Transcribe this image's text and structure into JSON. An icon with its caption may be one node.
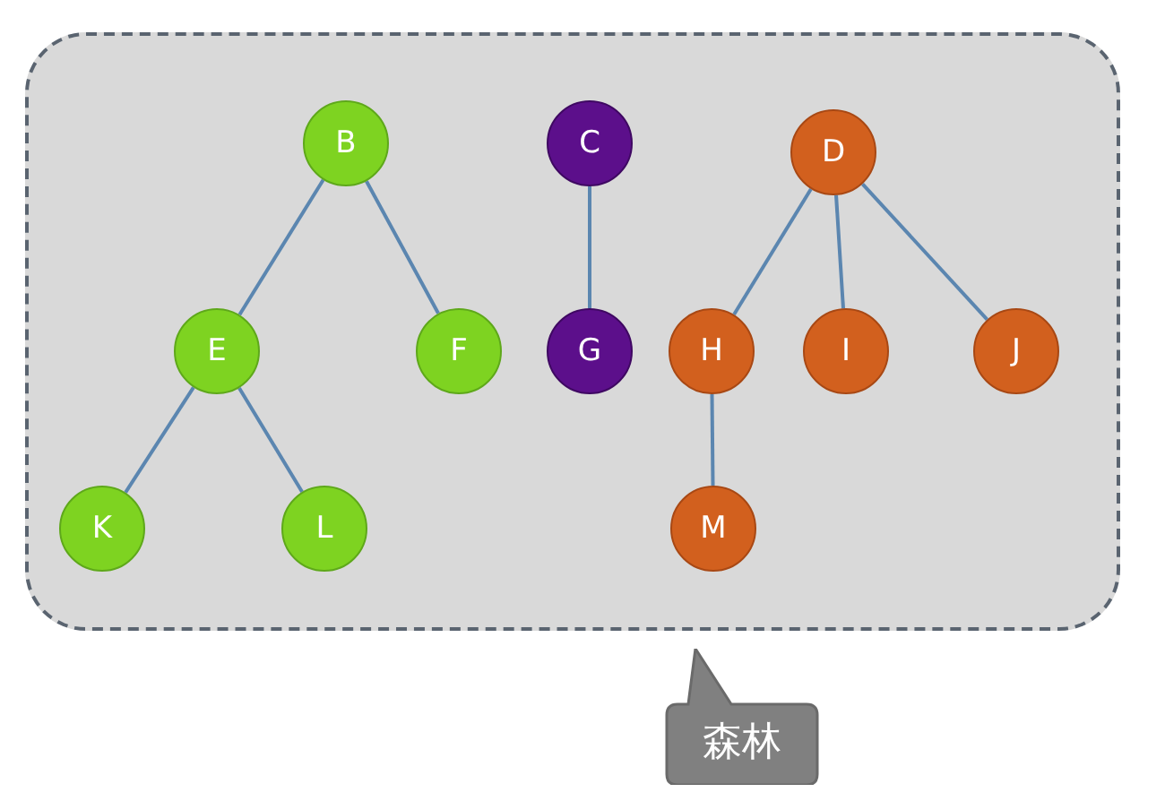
{
  "diagram": {
    "nodes": [
      {
        "text": [],
        "shape": "box"
      },
      {
        "text": [
          "B"
        ],
        "in": 0
      },
      {
        "text": [
          "C"
        ],
        "in": 0
      },
      {
        "text": [
          "D"
        ],
        "in": 0
      },
      {
        "text": [
          "E"
        ],
        "in": 0
      },
      {
        "text": [
          "F"
        ],
        "in": 0
      },
      {
        "text": [
          "G"
        ],
        "in": 0
      },
      {
        "text": [
          "H"
        ],
        "in": 0
      },
      {
        "text": [
          "I"
        ],
        "in": 0
      },
      {
        "text": [
          "J"
        ],
        "in": 0
      },
      {
        "text": [
          "K"
        ],
        "in": 0
      },
      {
        "text": [
          "L"
        ],
        "in": 0
      },
      {
        "text": [
          "M"
        ],
        "in": 0
      },
      {
        "text": [
          "森林"
        ]
      }
    ],
    "edges": [
      {
        "from": 1,
        "to": 4,
        "arrow": "none"
      },
      {
        "from": 1,
        "to": 5,
        "arrow": "none"
      },
      {
        "from": 2,
        "to": 6,
        "arrow": "none"
      },
      {
        "from": 3,
        "to": 7,
        "arrow": "none"
      },
      {
        "from": 3,
        "to": 8,
        "arrow": "none"
      },
      {
        "from": 3,
        "to": 9,
        "arrow": "none"
      },
      {
        "from": 4,
        "to": 10,
        "arrow": "none"
      },
      {
        "from": 4,
        "to": 11,
        "arrow": "none"
      },
      {
        "from": 7,
        "to": 12,
        "arrow": "none"
      }
    ]
  }
}
